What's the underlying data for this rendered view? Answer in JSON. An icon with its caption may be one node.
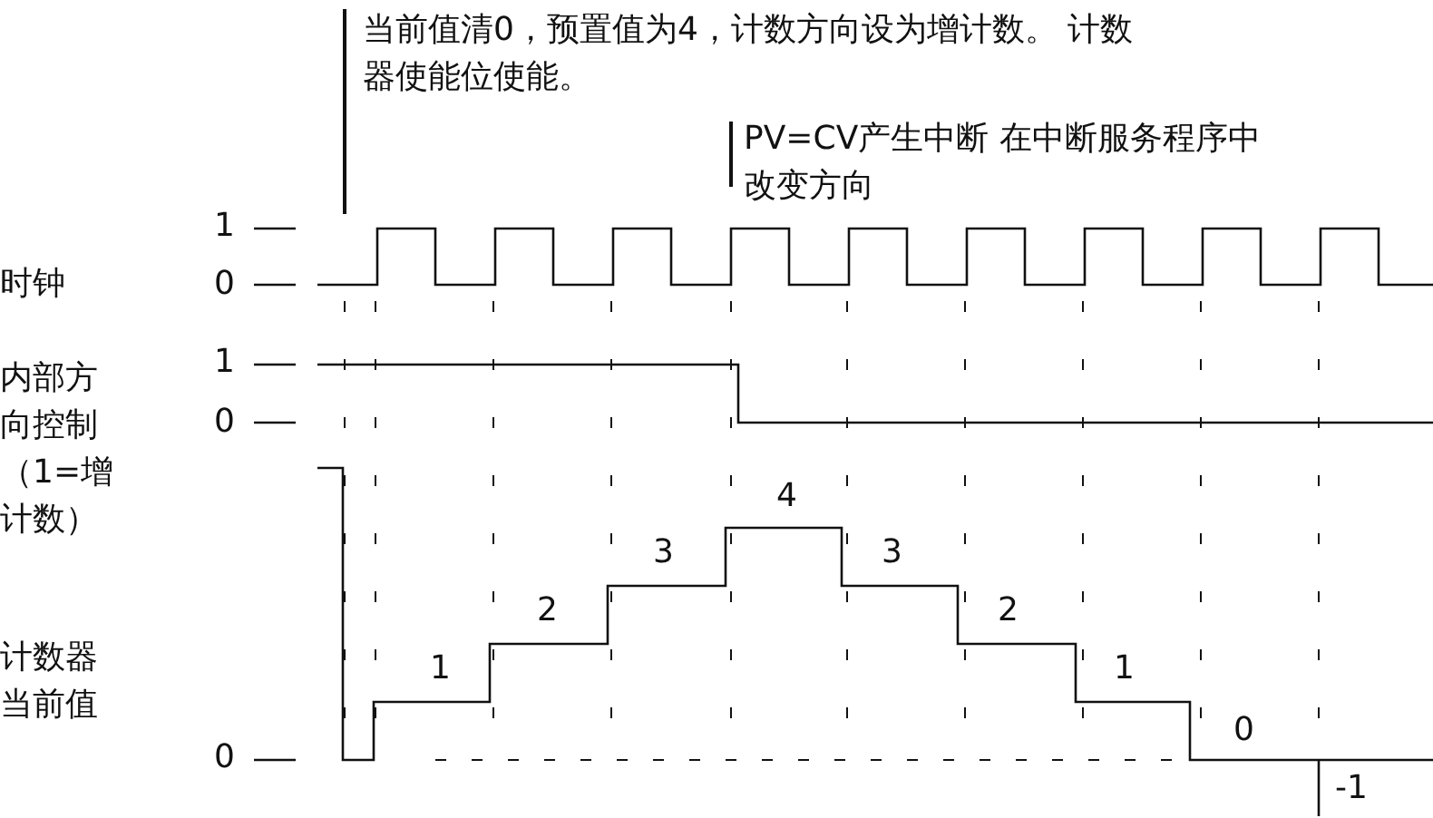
{
  "diagram": {
    "labels": [
      "当前值清0，预置值为4，计数方向设为增计数。 计数器使能位使能。",
      "PV=CV产生中断 在中断服务程序中改变方向",
      "1",
      "时钟",
      "0",
      "1",
      "内部方向控制（1=增计数）",
      "0",
      "4",
      "3",
      "3",
      "2",
      "2",
      "1",
      "1",
      "0",
      "计数器当前值",
      "0",
      "-1"
    ]
  }
}
